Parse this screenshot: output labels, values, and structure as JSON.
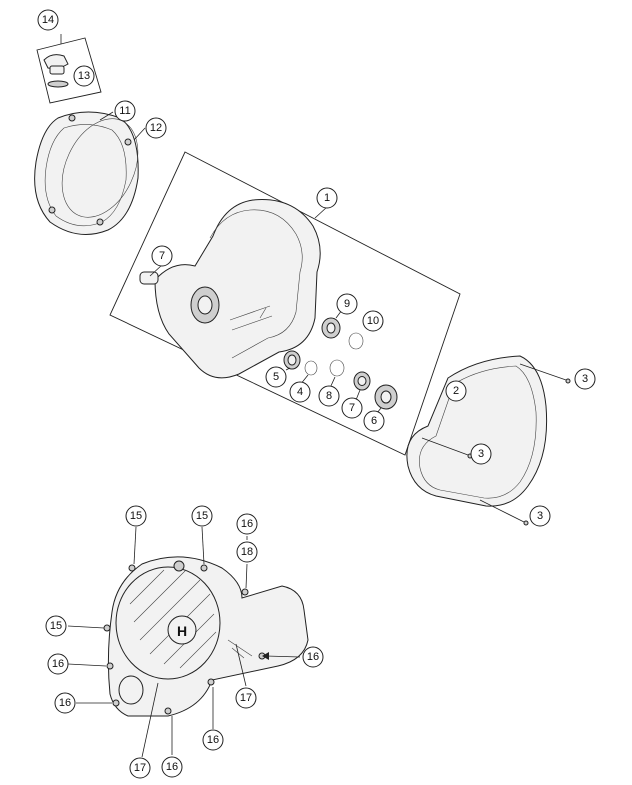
{
  "callouts": [
    {
      "id": "c14",
      "label": "14"
    },
    {
      "id": "c13",
      "label": "13"
    },
    {
      "id": "c11",
      "label": "11"
    },
    {
      "id": "c12",
      "label": "12"
    },
    {
      "id": "c1",
      "label": "1"
    },
    {
      "id": "c7a",
      "label": "7"
    },
    {
      "id": "c9",
      "label": "9"
    },
    {
      "id": "c10",
      "label": "10"
    },
    {
      "id": "c5",
      "label": "5"
    },
    {
      "id": "c4",
      "label": "4"
    },
    {
      "id": "c8",
      "label": "8"
    },
    {
      "id": "c7b",
      "label": "7"
    },
    {
      "id": "c6",
      "label": "6"
    },
    {
      "id": "c2",
      "label": "2"
    },
    {
      "id": "c3a",
      "label": "3"
    },
    {
      "id": "c3b",
      "label": "3"
    },
    {
      "id": "c3c",
      "label": "3"
    },
    {
      "id": "c15a",
      "label": "15"
    },
    {
      "id": "c15b",
      "label": "15"
    },
    {
      "id": "c16a",
      "label": "16"
    },
    {
      "id": "c18",
      "label": "18"
    },
    {
      "id": "c15c",
      "label": "15"
    },
    {
      "id": "c16b",
      "label": "16"
    },
    {
      "id": "c16c",
      "label": "16"
    },
    {
      "id": "c16d",
      "label": "16"
    },
    {
      "id": "c17a",
      "label": "17"
    },
    {
      "id": "c16e",
      "label": "16"
    },
    {
      "id": "c17b",
      "label": "17"
    },
    {
      "id": "c16f",
      "label": "16"
    }
  ],
  "logo_letter": "H"
}
